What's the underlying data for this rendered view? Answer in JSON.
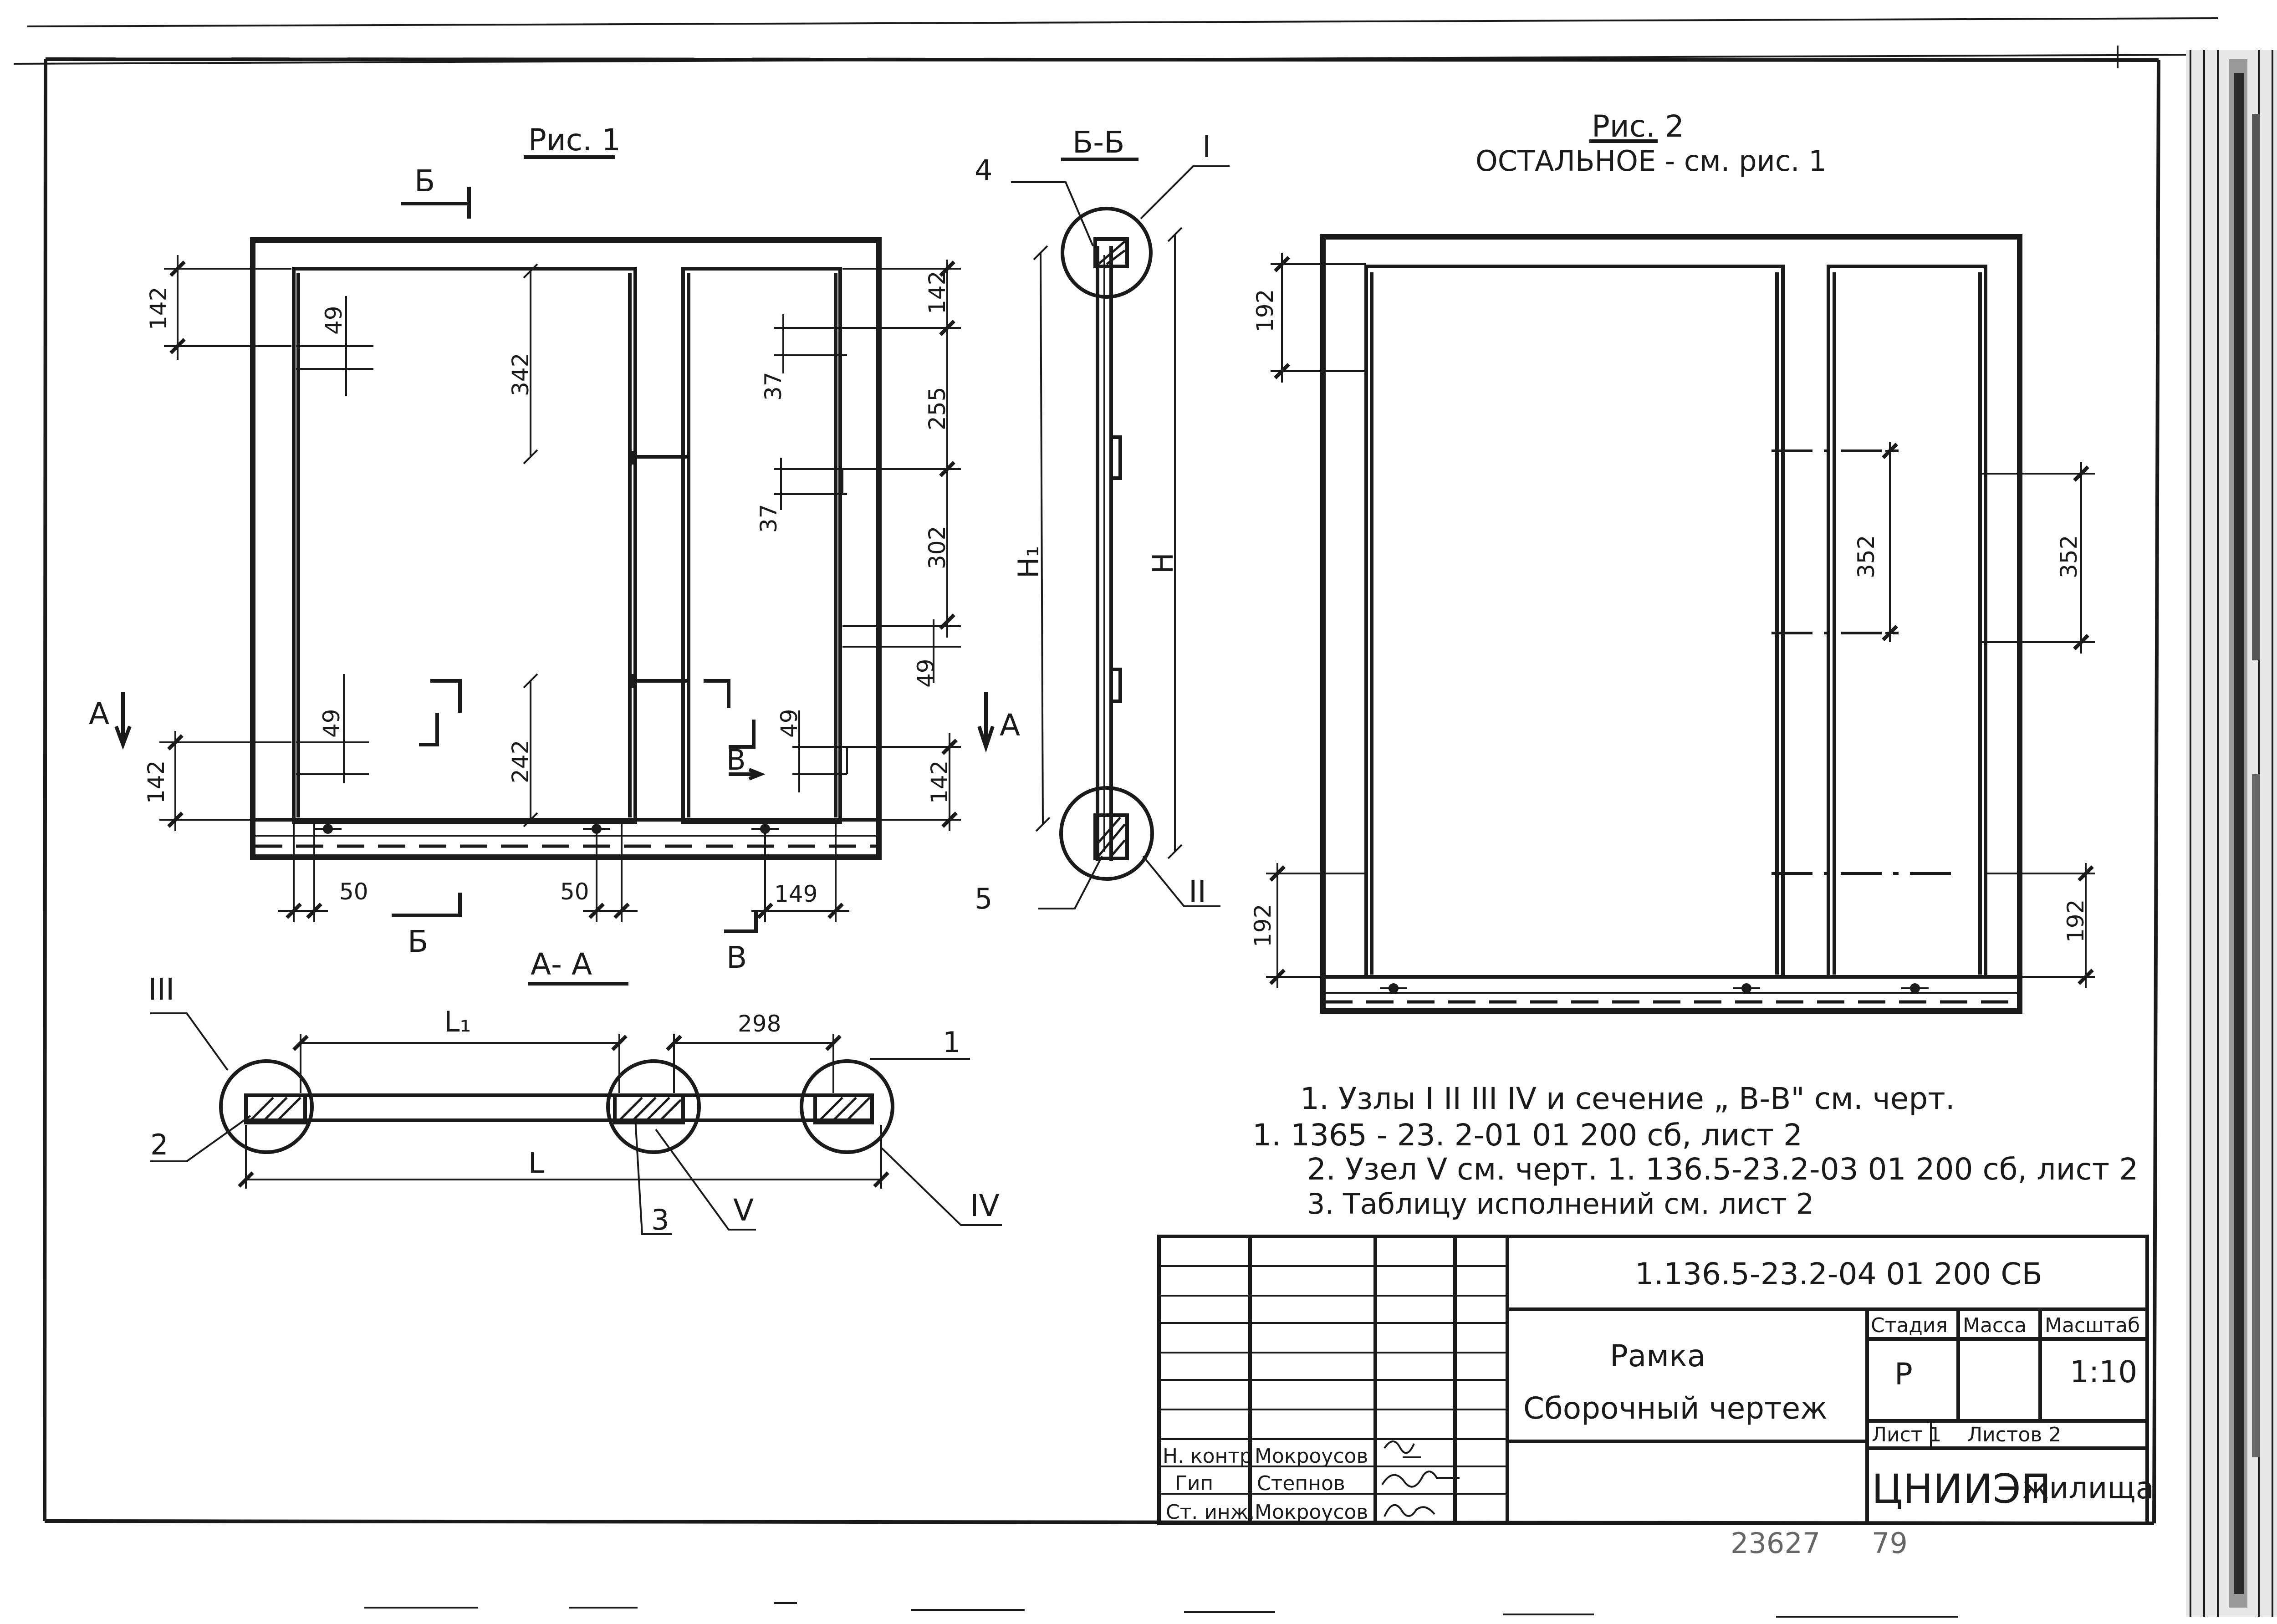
{
  "figures": {
    "fig1_title": "Рис. 1",
    "fig2_title": "Рис. 2",
    "fig2_subtitle": "ОСТАЛЬНОЕ - см. рис. 1",
    "section_bb": "Б-Б",
    "section_aa": "А- А"
  },
  "section_marks": {
    "b_top": "Б",
    "b_bottom": "Б",
    "a_left": "А",
    "a_right": "А",
    "v_mid": "В",
    "v_bottom": "В"
  },
  "fig1_dimensions": {
    "left_top_142": "142",
    "left_top_49": "49",
    "center_342": "342",
    "right_142_top": "142",
    "right_37_a": "37",
    "right_255": "255",
    "right_37_b": "37",
    "right_302": "302",
    "right_49": "49",
    "left_bottom_49": "49",
    "center_242": "242",
    "right_bottom_49": "49",
    "left_bottom_142": "142",
    "right_bottom_142": "142",
    "bottom_50_left": "50",
    "bottom_50_center": "50",
    "bottom_149": "149"
  },
  "bb_section": {
    "h1_label": "H₁",
    "h_label": "H",
    "callout_4": "4",
    "callout_5": "5",
    "node_I": "I",
    "node_II": "II"
  },
  "aa_section": {
    "l1_label": "L₁",
    "dim_298": "298",
    "l_label": "L",
    "callout_1": "1",
    "callout_2": "2",
    "callout_3": "3",
    "node_III": "III",
    "node_IV": "IV",
    "node_V": "V"
  },
  "fig2_dimensions": {
    "left_top_192": "192",
    "center_352": "352",
    "right_352": "352",
    "left_bottom_192": "192",
    "right_bottom_192": "192"
  },
  "notes": {
    "line1": "1. Узлы I II III IV  и  сечение „ В-В\" см. черт.",
    "line1b": "1. 1365 - 23. 2-01 01 200 сб, лист 2",
    "line2": "2. Узел V см. черт. 1. 136.5-23.2-03 01 200 сб, лист 2",
    "line3": "3. Таблицу исполнений см. лист 2"
  },
  "title_block": {
    "doc_code": "1.136.5-23.2-04 01 200 СБ",
    "name_line1": "Рамка",
    "name_line2": "Сборочный чертеж",
    "stage_header": "Стадия",
    "mass_header": "Масса",
    "scale_header": "Масштаб",
    "stage_value": "Р",
    "scale_value": "1:10",
    "sheet_label": "Лист 1",
    "sheets_label": "Листов 2",
    "org_logo": "ЦНИИЭП",
    "org_name": "жилища",
    "roles": [
      {
        "role": "Н. контр",
        "name": "Мокроусов"
      },
      {
        "role": "Гип",
        "name": "Степнов"
      },
      {
        "role": "Ст. инж.",
        "name": "Мокроусов"
      }
    ]
  },
  "footer": {
    "inventory_number": "23627",
    "page_number": "79"
  }
}
